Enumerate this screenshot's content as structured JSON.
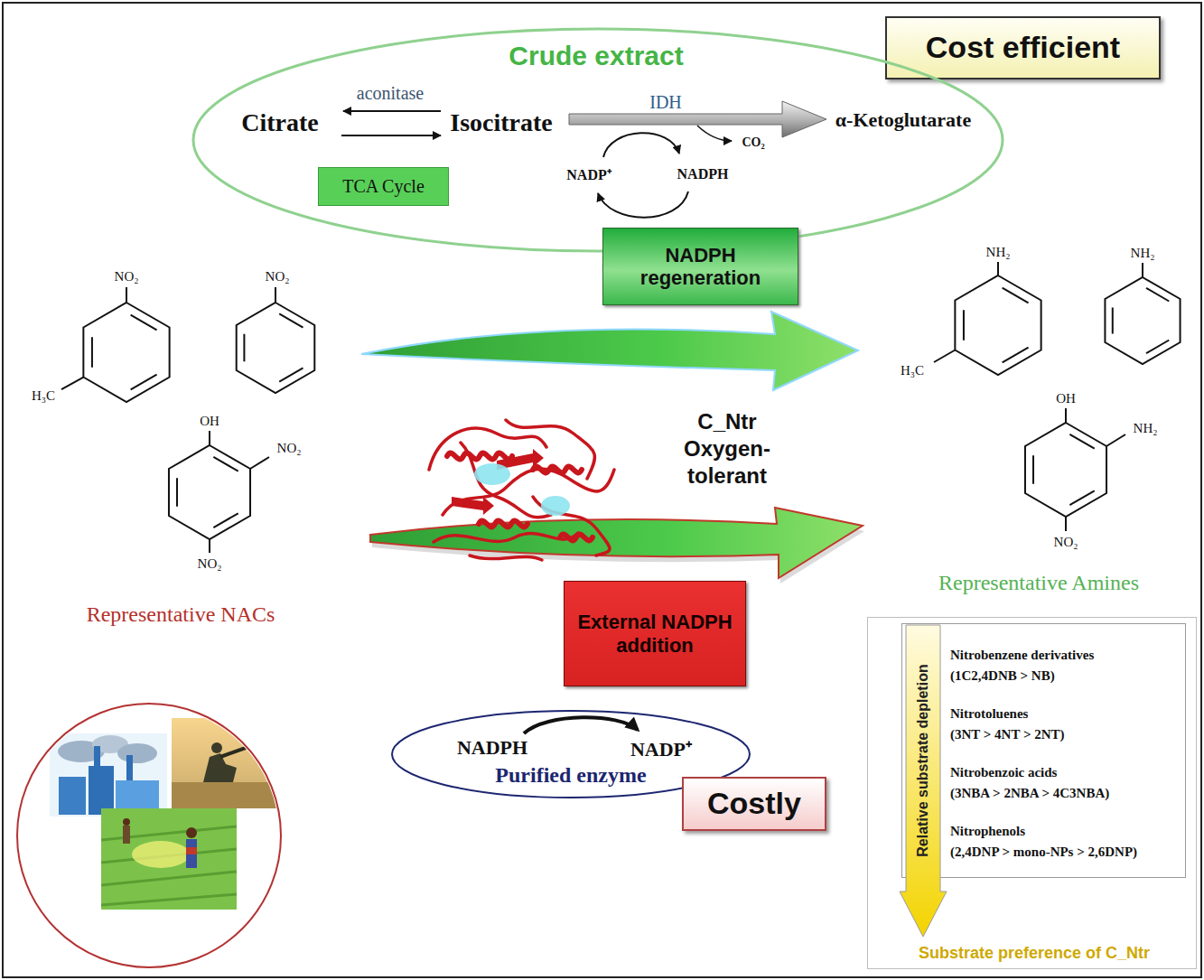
{
  "diagram": {
    "nodes": [
      {
        "text": [
          "Cost efficient"
        ]
      },
      {
        "text": [
          "Crude extract",
          "aconitase",
          "Citrate",
          "Isocitrate",
          "IDH",
          "α-Ketoglutarate",
          "CO₂",
          "NADP⁺",
          "NADPH"
        ]
      },
      {
        "text": [
          "TCA Cycle"
        ],
        "in": 1
      },
      {
        "text": [
          "NADPH regeneration"
        ]
      },
      {
        "text": [
          "External NADPH addition"
        ]
      },
      {
        "text": [
          "NADPH",
          "NADP⁺",
          "Purified enzyme"
        ]
      },
      {
        "text": [
          "Costly"
        ]
      },
      {
        "text": [
          "Substrate preference of C_Ntr"
        ]
      },
      {
        "text": [
          "Nitrobenzene derivatives",
          "(1C2,4DNB > NB)",
          "Nitrotoluenes",
          "(3NT > 4NT > 2NT)",
          "Nitrobenzoic acids",
          "(3NBA > 2NBA > 4C3NBA)",
          "Nitrophenols",
          "(2,4DNP > mono-NPs > 2,6DNP)"
        ],
        "in": 7
      },
      {
        "text": [
          "Relative substrate depletion"
        ],
        "in": 7
      }
    ],
    "labels": [
      "NO₂",
      "NO₂",
      "H₃C",
      "OH",
      "NO₂",
      "NO₂",
      "Representative NACs",
      "NH₂",
      "NH₂",
      "H₃C",
      "OH",
      "NH₂",
      "NO₂",
      "C_Ntr Oxygen-tolerant",
      "Representative Amines"
    ]
  }
}
